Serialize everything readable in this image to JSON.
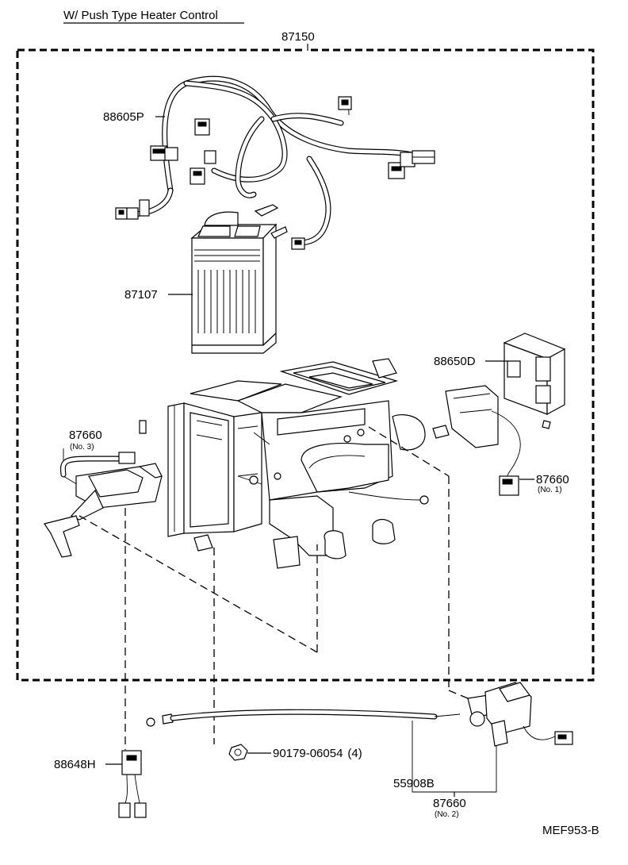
{
  "title": "W/ Push Type Heater Control",
  "figure_code": "MEF953-B",
  "parts": {
    "assembly": {
      "number": "87150"
    },
    "wire_harness": {
      "number": "88605P"
    },
    "heater_core": {
      "number": "87107"
    },
    "amplifier": {
      "number": "88650D"
    },
    "servo_no3": {
      "number": "87660",
      "note": "(No. 3)"
    },
    "servo_no1": {
      "number": "87660",
      "note": "(No. 1)"
    },
    "servo_no2": {
      "number": "87660",
      "note": "(No. 2)"
    },
    "connector": {
      "number": "88648H"
    },
    "nut": {
      "number": "90179-06054",
      "qty": "(4)"
    },
    "control_cable": {
      "number": "55908B"
    }
  }
}
